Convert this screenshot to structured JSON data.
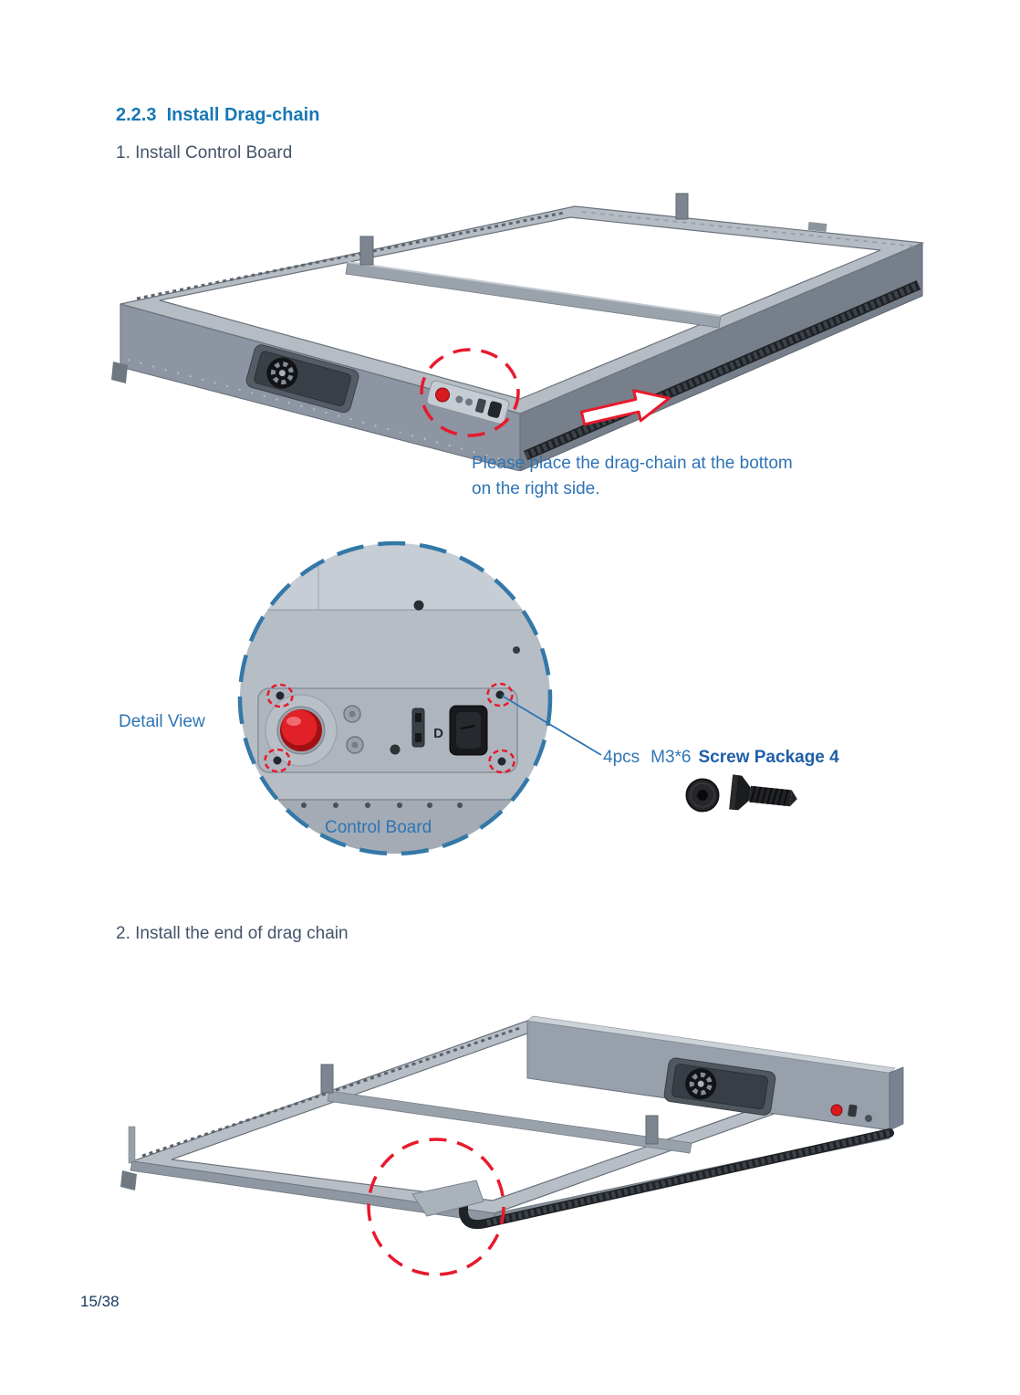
{
  "doc": {
    "section_title": "2.2.3  Install Drag-chain",
    "steps": [
      {
        "label": "1. Install Control Board"
      },
      {
        "label": "2. Install the end of drag chain"
      }
    ],
    "note": {
      "line1": "Please place the drag-chain at the bottom",
      "line2": "on the right side."
    },
    "detail": {
      "view_label": "Detail View",
      "board_label": "Control Board",
      "switch_label": "D"
    },
    "screws": {
      "qty": "4pcs",
      "size": "M3*6",
      "package": "Screw Package 4"
    },
    "page_number": "15/38"
  },
  "icons": {
    "direction_arrow": "right-block-arrow-outline",
    "exhaust_fan": "exhaust-fan-port",
    "emergency_stop": "red-emergency-stop-button",
    "screw_top_view": "screw-head-top-view",
    "screw_side_view": "countersunk-screw-side-view"
  },
  "colors": {
    "heading_blue": "#1778b5",
    "label_blue": "#2e74b5",
    "step_text": "#44546a",
    "highlight_red": "#e8192c",
    "detail_dash_blue": "#3478a8",
    "frame_gray": "#8c95a1",
    "page_number_navy": "#17375e"
  }
}
